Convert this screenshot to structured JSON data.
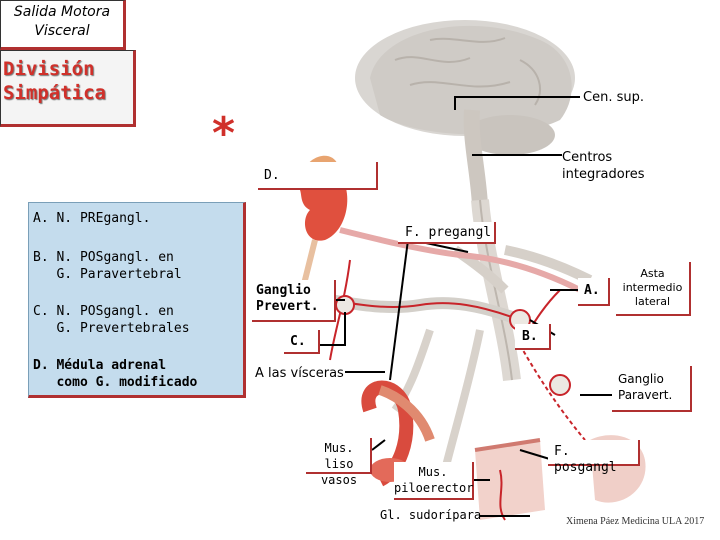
{
  "header": {
    "title_line1": "Salida Motora",
    "title_line2": "Visceral",
    "division_line1": "División",
    "division_line2": "Simpática",
    "asterisk": "*"
  },
  "legend": {
    "items": [
      "A. N. PREgangl.",
      "B. N. POSgangl. en\n   G. Paravertebral",
      "C. N. POSgangl. en\n   G. Prevertebrales",
      "D. Médula adrenal\n   como G. modificado"
    ]
  },
  "labels": {
    "cen_sup": "Cen. sup.",
    "centros_line1": "Centros",
    "centros_line2": "integradores",
    "d": "D.",
    "f_pregangl": "F. pregangl",
    "ganglio_prevert_line1": "Ganglio",
    "ganglio_prevert_line2": "Prevert.",
    "c": "C.",
    "a": "A.",
    "asta_line1": "Asta",
    "asta_line2": "intermedio",
    "asta_line3": "lateral",
    "b": "B.",
    "a_las_visceras": "A las vísceras",
    "ganglio_paravert_line1": "Ganglio",
    "ganglio_paravert_line2": "Paravert.",
    "mus_liso_line1": "Mus. liso",
    "mus_liso_line2": "vasos",
    "f_posgangl": "F. posgangl",
    "mus_pilo_line1": "Mus.",
    "mus_pilo_line2": "piloerector",
    "gl_sudoripara": "Gl. sudorípara",
    "credit": "Ximena Páez Medicina ULA 2017"
  },
  "colors": {
    "accent_red": "#d0302a",
    "box_shadow": "#b03030",
    "legend_bg": "#c4dced",
    "nerve_red": "#c8242a",
    "leader": "#000000"
  }
}
